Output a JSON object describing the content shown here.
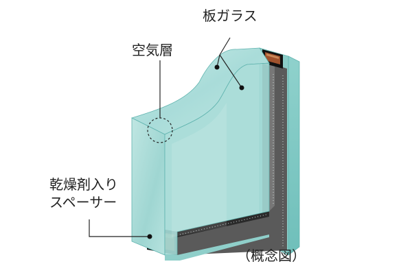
{
  "labels": {
    "glass_sheet": "板ガラス",
    "air_layer": "空気層",
    "spacer_line1": "乾燥剤入り",
    "spacer_line2": "スペーサー",
    "concept": "（概念図）"
  },
  "colors": {
    "glass_front": "#a9dcd9",
    "glass_front_light": "#c9ebe8",
    "glass_top": "#bfe6e2",
    "glass_side": "#7fc9c4",
    "glass_edge": "#5fb3ae",
    "air_gap": "#d8efed",
    "gap_dark": "#555555",
    "spacer_black": "#111111",
    "desiccant": "#a0522d",
    "line": "#222222"
  }
}
